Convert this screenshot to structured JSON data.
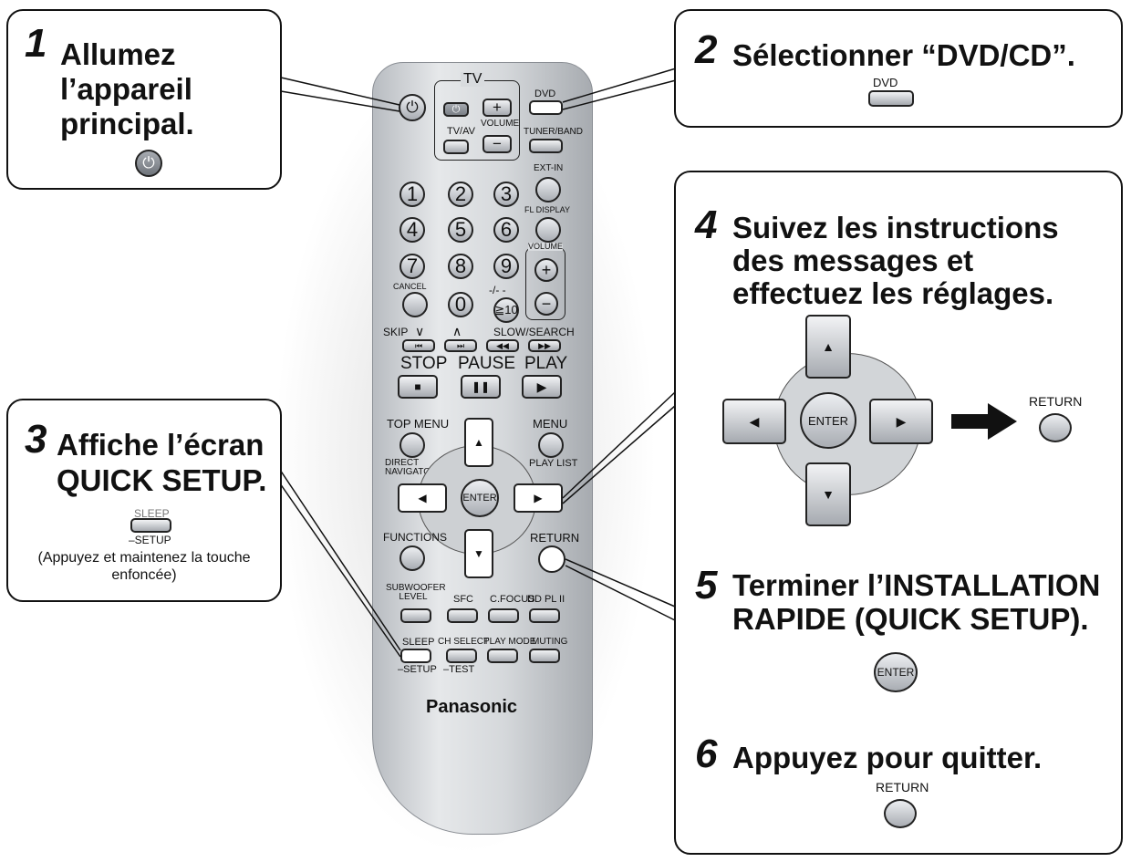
{
  "steps": [
    {
      "number": "1",
      "lines": [
        "Allumez",
        "l’appareil",
        "principal."
      ]
    },
    {
      "number": "2",
      "lines": [
        "Sélectionner “DVD/CD”."
      ],
      "button_label": "DVD"
    },
    {
      "number": "3",
      "lines": [
        "Affiche l’écran",
        "QUICK SETUP."
      ],
      "button_top_label": "SLEEP",
      "button_bottom_label": "–SETUP",
      "note": "(Appuyez et maintenez la touche enfoncée)"
    },
    {
      "number": "4",
      "lines": [
        "Suivez les instructions",
        "des messages et",
        "effectuez les réglages."
      ],
      "enter_label": "ENTER",
      "return_label": "RETURN"
    },
    {
      "number": "5",
      "lines": [
        "Terminer l’INSTALLATION",
        "RAPIDE (QUICK SETUP)."
      ],
      "enter_label": "ENTER"
    },
    {
      "number": "6",
      "lines": [
        "Appuyez pour quitter."
      ],
      "return_label": "RETURN"
    }
  ],
  "remote": {
    "brand": "Panasonic",
    "tv_label": "TV",
    "tvav": "TV/AV",
    "volume": "VOLUME",
    "dvd": "DVD",
    "tuner_band": "TUNER/BAND",
    "ext_in": "EXT-IN",
    "fl_display": "FL DISPLAY",
    "volume2": "VOLUME",
    "cancel": "CANCEL",
    "minus_dash": "-/- -",
    "ten_plus": "≧10",
    "digits": [
      "1",
      "2",
      "3",
      "4",
      "5",
      "6",
      "7",
      "8",
      "9",
      "0"
    ],
    "skip": "SKIP",
    "slow_search": "SLOW/SEARCH",
    "stop": "STOP",
    "pause": "PAUSE",
    "play": "PLAY",
    "top_menu": "TOP MENU",
    "menu": "MENU",
    "direct_navigator": "DIRECT NAVIGATOR",
    "play_list": "PLAY LIST",
    "enter": "ENTER",
    "functions": "FUNCTIONS",
    "return": "RETURN",
    "subwoofer_level": "SUBWOOFER LEVEL",
    "sfc": "SFC",
    "c_focus": "C.FOCUS",
    "dpl": "DD PL II",
    "sleep": "SLEEP",
    "setup": "–SETUP",
    "ch_select": "CH SELECT",
    "test": "–TEST",
    "play_mode": "PLAY MODE",
    "muting": "MUTING",
    "plus": "+",
    "minus": "−"
  }
}
